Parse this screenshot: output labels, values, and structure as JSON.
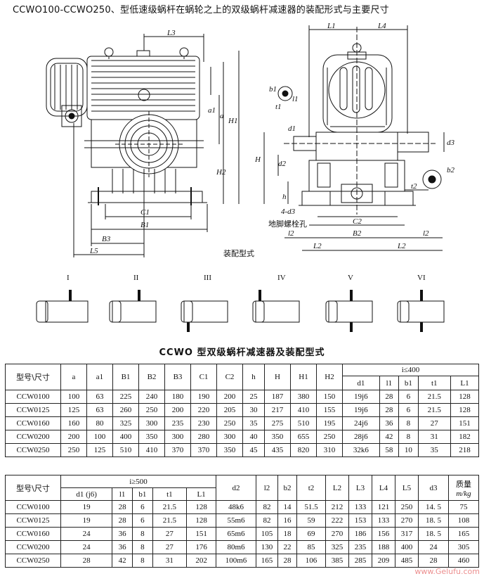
{
  "title": "CCWO100-CCWO250、型低速级蜗杆在蜗轮之上的双级蜗杆减速器的装配形式与主要尺寸",
  "drawing": {
    "assembly_caption": "装配型式",
    "bolt_hole_label": "地脚螺栓孔",
    "labels": {
      "L3": "L3",
      "L1": "L1",
      "L4": "L4",
      "a1": "a1",
      "a": "a",
      "H1": "H1",
      "H2": "H2",
      "H": "H",
      "C1": "C1",
      "B1": "B1",
      "B3": "B3",
      "L5": "L5",
      "C2": "C2",
      "B2": "B2",
      "l2": "l2",
      "L2": "L2",
      "b1": "b1",
      "t1": "t1",
      "l1": "l1",
      "d1": "d1",
      "d2": "d2",
      "d3": "4-d3",
      "h": "h",
      "t2": "t2",
      "b2": "b2"
    }
  },
  "forms": [
    "I",
    "II",
    "III",
    "IV",
    "V",
    "VI"
  ],
  "caption": "CCWO 型双级蜗杆减速器及装配型式",
  "table1": {
    "header_model": "型号\\尺寸",
    "cols": [
      "a",
      "a1",
      "B1",
      "B2",
      "B3",
      "C1",
      "C2",
      "h",
      "H",
      "H1",
      "H2"
    ],
    "group": "i≤400",
    "sub": [
      "d1",
      "l1",
      "b1",
      "t1",
      "L1"
    ],
    "rows": [
      [
        "CCW0100",
        "100",
        "63",
        "225",
        "240",
        "180",
        "190",
        "200",
        "25",
        "187",
        "380",
        "150",
        "19j6",
        "28",
        "6",
        "21.5",
        "128"
      ],
      [
        "CCW0125",
        "125",
        "63",
        "260",
        "250",
        "200",
        "220",
        "205",
        "30",
        "217",
        "410",
        "155",
        "19j6",
        "28",
        "6",
        "21.5",
        "128"
      ],
      [
        "CCW0160",
        "160",
        "80",
        "325",
        "300",
        "235",
        "230",
        "250",
        "35",
        "275",
        "510",
        "195",
        "24j6",
        "36",
        "8",
        "27",
        "151"
      ],
      [
        "CCW0200",
        "200",
        "100",
        "400",
        "350",
        "300",
        "280",
        "300",
        "40",
        "350",
        "655",
        "250",
        "28j6",
        "42",
        "8",
        "31",
        "182"
      ],
      [
        "CCW0250",
        "250",
        "125",
        "510",
        "410",
        "370",
        "370",
        "350",
        "45",
        "435",
        "820",
        "310",
        "32k6",
        "58",
        "10",
        "35",
        "218"
      ]
    ]
  },
  "table2": {
    "header_model": "型号\\尺寸",
    "group": "i≥500",
    "sub": [
      "d1 (j6)",
      "l1",
      "b1",
      "t1",
      "L1"
    ],
    "cols": [
      "d2",
      "l2",
      "b2",
      "t2",
      "L2",
      "L3",
      "L4",
      "L5",
      "d3"
    ],
    "mass": "质量",
    "mass_unit": "m/kg",
    "rows": [
      [
        "CCW0100",
        "19",
        "28",
        "6",
        "21.5",
        "128",
        "48k6",
        "82",
        "14",
        "51.5",
        "212",
        "133",
        "121",
        "250",
        "14. 5",
        "75"
      ],
      [
        "CCW0125",
        "19",
        "28",
        "6",
        "21.5",
        "128",
        "55m6",
        "82",
        "16",
        "59",
        "222",
        "153",
        "133",
        "270",
        "18. 5",
        "108"
      ],
      [
        "CCW0160",
        "24",
        "36",
        "8",
        "27",
        "151",
        "65m6",
        "105",
        "18",
        "69",
        "270",
        "186",
        "156",
        "317",
        "18. 5",
        "165"
      ],
      [
        "CCW0200",
        "24",
        "36",
        "8",
        "27",
        "176",
        "80m6",
        "130",
        "22",
        "85",
        "325",
        "235",
        "188",
        "400",
        "24",
        "305"
      ],
      [
        "CCW0250",
        "28",
        "42",
        "8",
        "31",
        "202",
        "100m6",
        "165",
        "28",
        "106",
        "385",
        "285",
        "209",
        "485",
        "28",
        "460"
      ]
    ]
  },
  "watermark": "www.Gelufu.com"
}
